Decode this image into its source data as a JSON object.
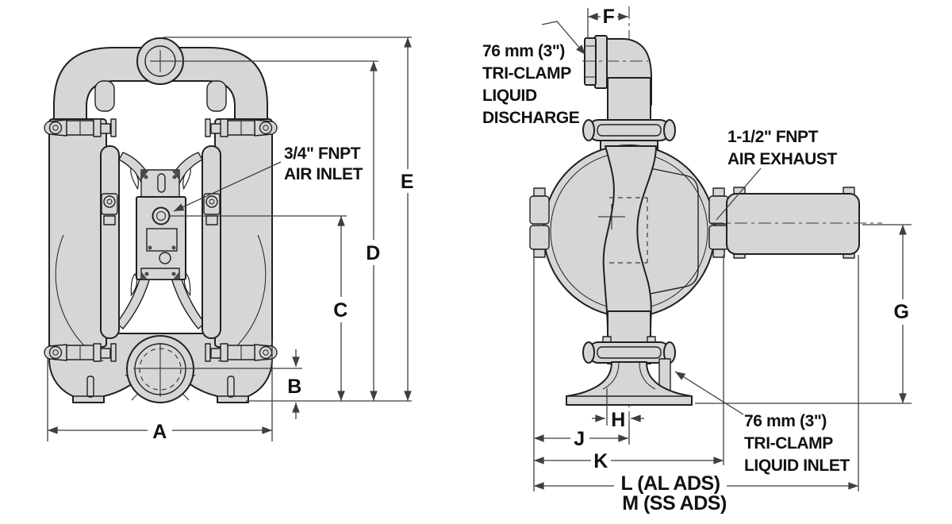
{
  "callouts": {
    "air_inlet": {
      "line1": "3/4\" FNPT",
      "line2": "AIR INLET"
    },
    "liquid_discharge": {
      "line1": "76 mm (3\")",
      "line2": "TRI-CLAMP",
      "line3": "LIQUID",
      "line4": "DISCHARGE"
    },
    "air_exhaust": {
      "line1": "1-1/2\" FNPT",
      "line2": "AIR EXHAUST"
    },
    "liquid_inlet": {
      "line1": "76 mm (3\")",
      "line2": "TRI-CLAMP",
      "line3": "LIQUID INLET"
    }
  },
  "dimensions": {
    "A": "A",
    "B": "B",
    "C": "C",
    "D": "D",
    "E": "E",
    "F": "F",
    "G": "G",
    "H": "H",
    "J": "J",
    "K": "K",
    "L": "L (AL ADS)",
    "M": "M (SS ADS)"
  },
  "colors": {
    "background": "#ffffff",
    "body_fill": "#d6d6d6",
    "outline": "#231f20",
    "dimension_line": "#3f3f3f",
    "text": "#111111"
  }
}
